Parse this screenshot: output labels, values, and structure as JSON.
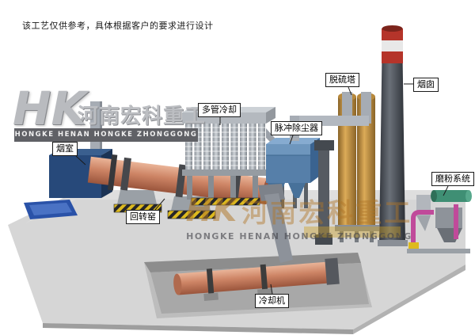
{
  "disclaimer": "该工艺仅供参考，具体根据客户的要求进行设计",
  "logo": {
    "monogram": "HK",
    "company_cn": "河南宏科重工",
    "company_en": "HONGKE HENAN HONGKE ZHONGGONG"
  },
  "watermark": {
    "monogram": "HK",
    "company_cn": "河南宏科重工",
    "company_en": "HONGKE HENAN HONGKE ZHONGGONG"
  },
  "labels": {
    "smoke_chamber": "烟室",
    "rotary_kiln": "回转窑",
    "multi_tube_cooler": "多管冷却",
    "pulse_dust_collector": "脉冲除尘器",
    "desulfurization_tower": "脱硫塔",
    "chimney": "烟囱",
    "grinding_system": "磨粉系统",
    "cooling_machine": "冷却机"
  },
  "colors": {
    "kiln_body": "#cd8465",
    "smoke_box_navy": "#27497a",
    "dust_collector_blue": "#567fa9",
    "tower_tan": "#c99a4a",
    "chimney_red": "#b5342a",
    "grinding_green": "#3f8f74",
    "pipe_magenta": "#c04a9a",
    "hazard_yellow": "#ddba1e",
    "pool_blue": "#2a52a8",
    "platform_gray": "#d6d6d6"
  }
}
